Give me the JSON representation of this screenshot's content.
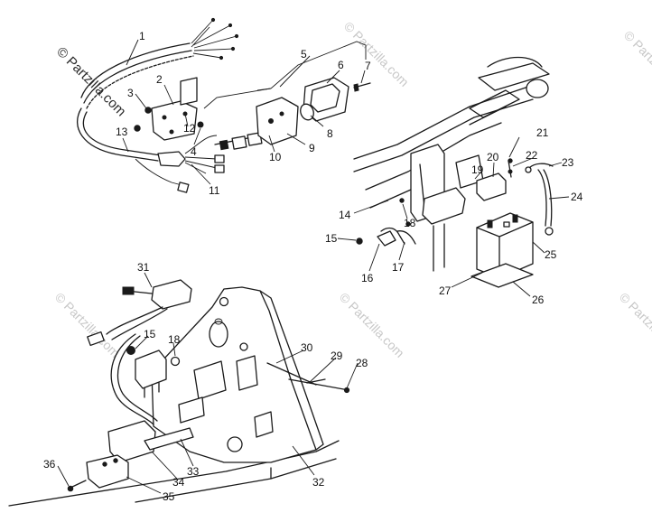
{
  "watermark": {
    "primary": "© Partzilla.com",
    "faint": "© Partzilla.com"
  },
  "callouts": [
    "1",
    "2",
    "3",
    "4",
    "5",
    "6",
    "7",
    "8",
    "9",
    "10",
    "11",
    "12",
    "13",
    "14",
    "15",
    "16",
    "17",
    "18",
    "19",
    "20",
    "21",
    "22",
    "23",
    "24",
    "25",
    "26",
    "27",
    "28",
    "29",
    "30",
    "31",
    "32",
    "33",
    "34",
    "35",
    "36"
  ],
  "callouts_lower": [
    "15",
    "18"
  ],
  "colors": {
    "ink": "#1a1a1a",
    "background": "#ffffff",
    "watermark": "#c8c8c8"
  }
}
